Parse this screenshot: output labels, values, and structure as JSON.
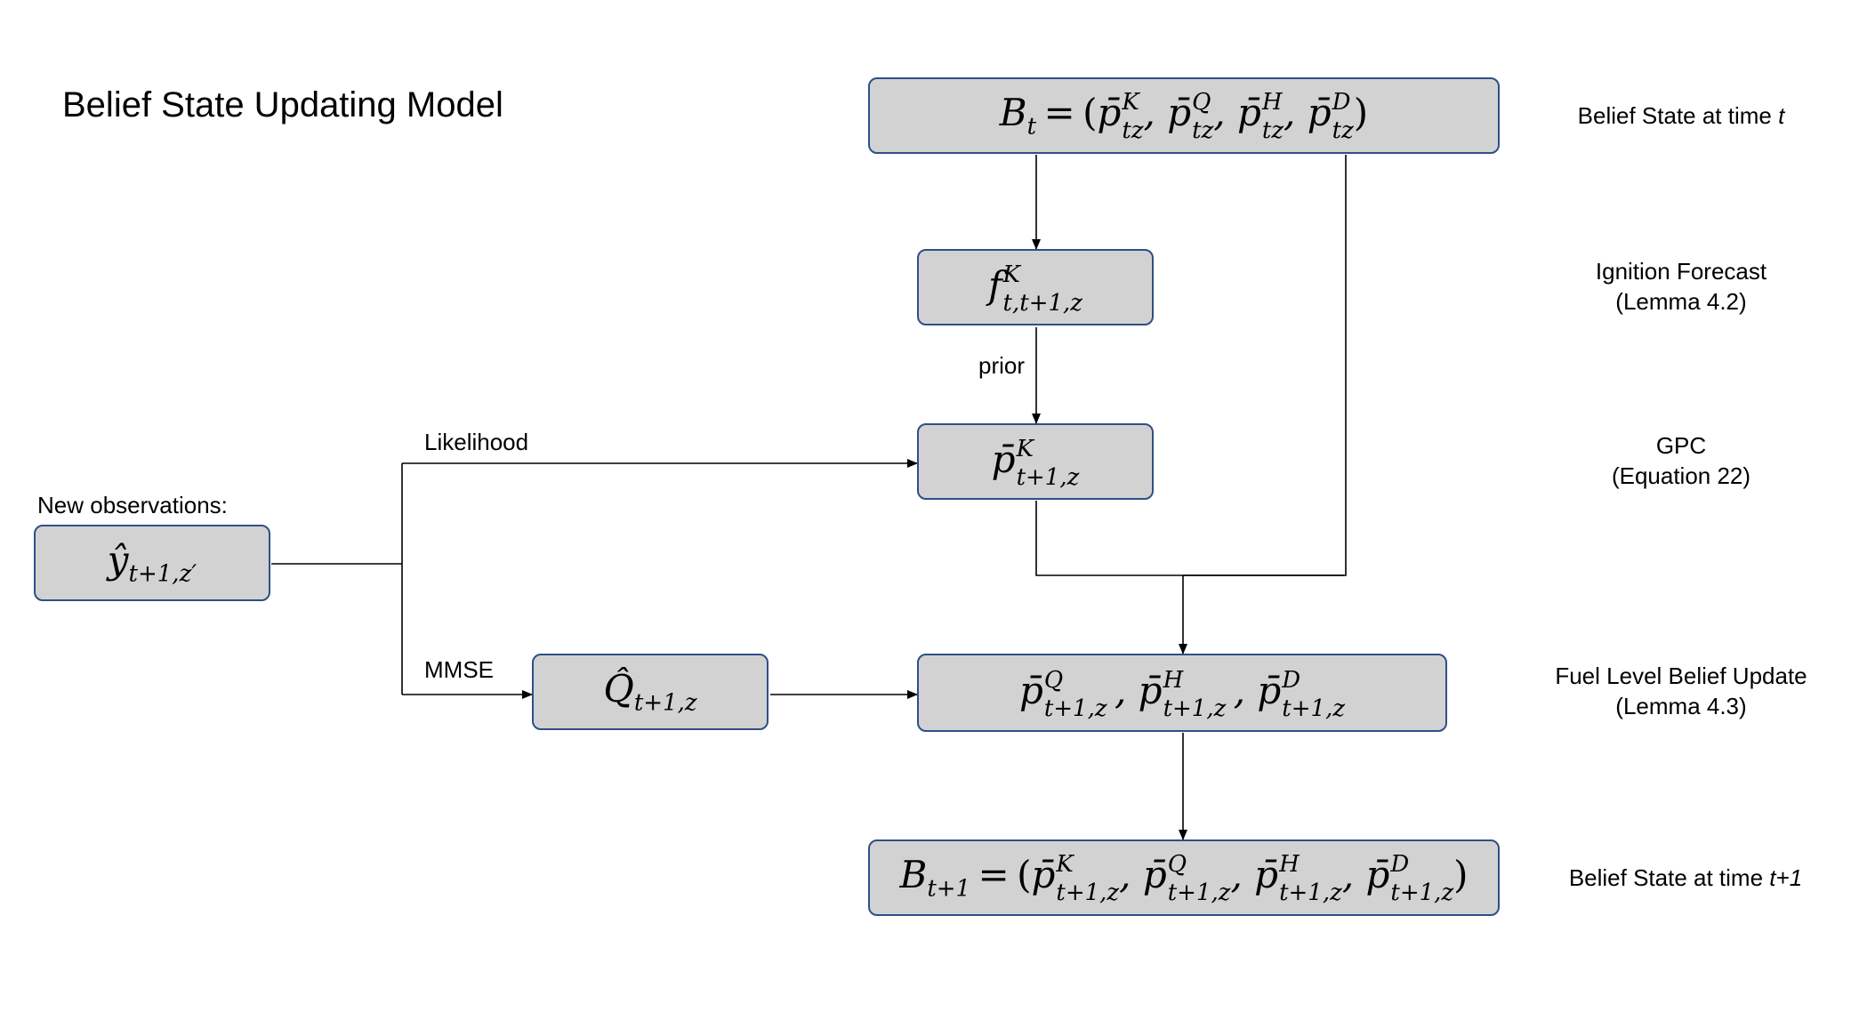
{
  "title": "Belief State Updating Model",
  "nodes": {
    "bt": "B_t = (p̄^K_tz, p̄^Q_tz, p̄^H_tz, p̄^D_tz)",
    "f": "f^K_{t,t+1,z}",
    "gpc": "p̄^K_{t+1,z}",
    "y": "ŷ_{t+1,z′}",
    "q": "Q̂_{t+1,z}",
    "fuel": "p̄^Q_{t+1,z}, p̄^H_{t+1,z}, p̄^D_{t+1,z}",
    "bt1": "B_{t+1} = (p̄^K_{t+1,z}, p̄^Q_{t+1,z}, p̄^H_{t+1,z}, p̄^D_{t+1,z})"
  },
  "edge_labels": {
    "prior": "prior",
    "likelihood": "Likelihood",
    "mmse": "MMSE"
  },
  "side_labels": {
    "new_obs": "New observations:",
    "bt_line1": "Belief State at time ",
    "bt_var": "t",
    "ignition_line1": "Ignition Forecast",
    "ignition_line2": "(Lemma 4.2)",
    "gpc_line1": "GPC",
    "gpc_line2": "(Equation 22)",
    "fuel_line1": "Fuel Level Belief Update",
    "fuel_line2": "(Lemma 4.3)",
    "bt1_line1": "Belief State at time ",
    "bt1_var": "t+1"
  },
  "colors": {
    "box_fill": "#d3d2d3",
    "box_border": "#2f4f86",
    "line": "#000000"
  }
}
